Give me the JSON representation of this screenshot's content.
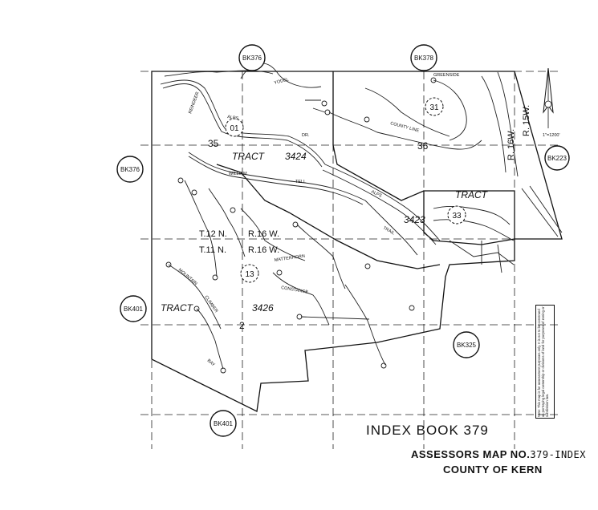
{
  "book_refs": {
    "top_left": "BK376",
    "top_right": "BK378",
    "left_upper": "BK376",
    "left_lower": "BK401",
    "right_upper": "BK223",
    "right_lower": "BK325",
    "bottom": "BK401"
  },
  "sections": {
    "s35": "35",
    "s36": "36",
    "s2": "2",
    "p01": "01",
    "p31": "31",
    "p33": "33",
    "p13": "13"
  },
  "tracts": {
    "t3424_word": "TRACT",
    "t3424_num": "3424",
    "t3423_word": "TRACT",
    "t3423_num": "3423",
    "t3426_word": "TRACT",
    "t3426_num": "3426"
  },
  "township": {
    "t12n": "T.12 N.",
    "r16w_upper": "R.16 W.",
    "t11n": "T.11 N.",
    "r16w_lower": "R.16 W."
  },
  "ranges": {
    "r16w_vertical": "R. 16W.",
    "r15w_vertical": "R. 15W."
  },
  "scale": "1\"=1200'",
  "streets": {
    "alps_upper": "ALPS",
    "dr_upper": "DR.",
    "alps_lower": "ALPS",
    "tell": "TELL",
    "william": "WILLIAM",
    "trail": "TRAIL",
    "matterhorn": "MATTERHORN",
    "constance": "CONSTANCE",
    "mountain": "MOUNTAIN",
    "climber": "CLIMBER",
    "county_line": "COUNTY LINE",
    "greenside": "GREENSIDE",
    "reindeer": "REINDEER",
    "yodel": "YODEL",
    "bay": "BAY"
  },
  "note": "Note: This map is for assessment purposes only. It is not to be construed as portraying legal ownership or divisions of land for purposes of zoning or subdivision law.",
  "footer": {
    "index_book": "INDEX BOOK 379",
    "map_label": "ASSESSORS MAP NO.",
    "map_number": "379-INDEX",
    "county": "COUNTY OF KERN"
  }
}
